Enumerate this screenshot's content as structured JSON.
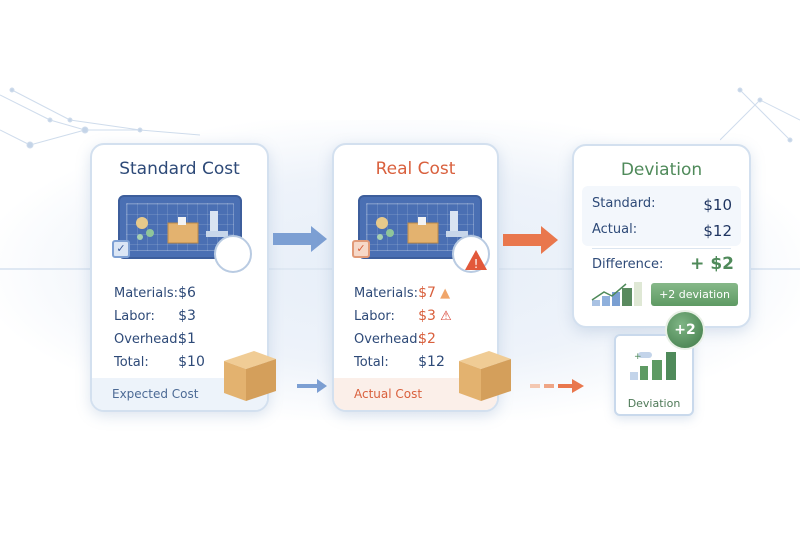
{
  "colors": {
    "standard_accent": "#2e4a78",
    "real_accent": "#d9603d",
    "deviation_accent": "#4f8a5a",
    "panel_blue": "#4a6fb3"
  },
  "standard": {
    "title": "Standard Cost",
    "rows": [
      {
        "label": "Materials:",
        "value": "$6"
      },
      {
        "label": "Labor:",
        "value": "$3"
      },
      {
        "label": "Overhead:",
        "value": "$1"
      },
      {
        "label": "Total:",
        "value": "$10"
      }
    ],
    "footer": "Expected Cost",
    "icons": [
      "dashboard-illustration-icon",
      "checkbox-icon",
      "chart-badge-icon",
      "package-box-icon"
    ]
  },
  "real": {
    "title": "Real Cost",
    "rows": [
      {
        "label": "Materials:",
        "value": "$7",
        "indicator": "arrow-up-icon"
      },
      {
        "label": "Labor:",
        "value": "$3",
        "indicator": "warning-icon"
      },
      {
        "label": "Overhead:",
        "value": "$2"
      },
      {
        "label": "Total:",
        "value": "$12"
      }
    ],
    "footer": "Actual Cost",
    "icons": [
      "dashboard-illustration-icon",
      "checkbox-icon",
      "warning-badge-icon",
      "package-box-icon"
    ]
  },
  "deviation": {
    "title": "Deviation",
    "rows": [
      {
        "label": "Standard:",
        "value": "$10"
      },
      {
        "label": "Actual:",
        "value": "$12"
      }
    ],
    "difference_label": "Difference:",
    "difference_value": "+ $2",
    "bar_label": "+2 deviation",
    "badge": "+2",
    "mini_card_label": "Deviation"
  }
}
